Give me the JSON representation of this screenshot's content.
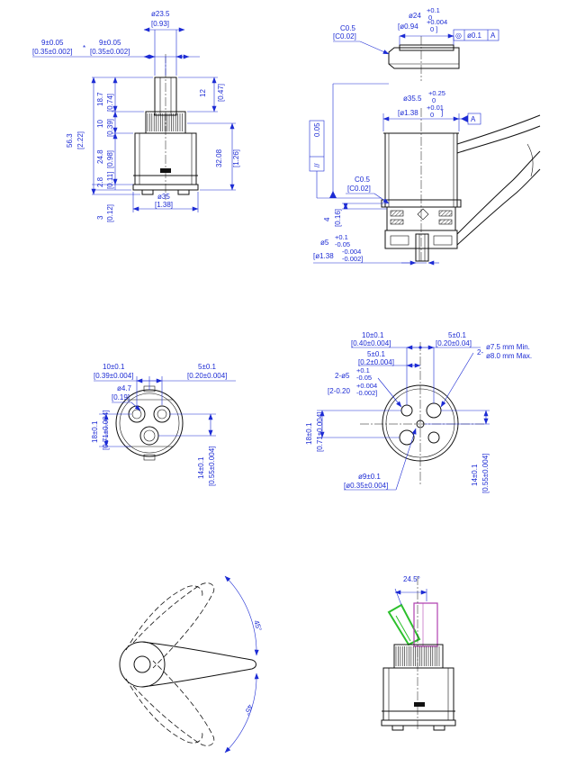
{
  "colors": {
    "dimension": "#1c2bd4",
    "outline": "#111111",
    "lever_rotated": "#2cc02c",
    "lever_alt": "#b040b0"
  },
  "view_front": {
    "d_top": "ø23.5",
    "d_top_in": "[0.93]",
    "w_left": "9±0.05",
    "w_left_in": "[0.35±0.002]",
    "w_right": "9±0.05",
    "w_right_in": "[0.35±0.002]",
    "h_stem": "18.7",
    "h_stem_in": "[0.74]",
    "h_spline": "10",
    "h_spline_in": "[0.39]",
    "h_body": "24.8",
    "h_body_in": "[0.98]",
    "h_total": "56.3",
    "h_total_in": "[2.22]",
    "h_base": "2.8",
    "h_base_in": "[0.11]",
    "h_bottom": "3",
    "h_bottom_in": "[0.12]",
    "h_top12": "12",
    "h_top12_in": "[0.47]",
    "h_body_r": "32.08",
    "h_body_r_in": "[1.26]",
    "d_body": "ø35",
    "d_body_in": "[1.38]"
  },
  "view_section": {
    "chamfer_top": "C0.5",
    "chamfer_top_in": "[C0.02]",
    "d_cap": "ø24",
    "d_cap_tol_up": "+0.1",
    "d_cap_tol_lo": "0",
    "d_cap_in": "[ø0.94",
    "d_cap_in_tol": "+0.004",
    "d_cap_in_tol_lo": "0 ]",
    "concentric_symbol": "◎",
    "concentric_tol": "ø0.1",
    "datum_ref": "A",
    "d_main": "ø35.5",
    "d_main_tol_up": "+0.25",
    "d_main_tol_lo": "0",
    "d_main_in": "[ø1.38",
    "d_main_in_tol_up": "+0.01",
    "d_main_in_tol_lo": "0",
    "d_main_in_close": "]",
    "datum_label": "A",
    "parallel_symbol": "//",
    "parallel_tol": "0.05",
    "chamfer_bot": "C0.5",
    "chamfer_bot_in": "[C0.02]",
    "h_4": "4",
    "h_4_in": "[0.16]",
    "d_pin": "ø5",
    "d_pin_tol_up": "+0.1",
    "d_pin_tol_lo": "-0.05",
    "d_pin_in": "[ø1.38",
    "d_pin_in_tol_up": "-0.004",
    "d_pin_in_tol_lo": "-0.002]"
  },
  "view_bottom_left": {
    "spacing_a": "10±0.1",
    "spacing_a_in": "[0.39±0.004]",
    "spacing_b": "5±0.1",
    "spacing_b_in": "[0.20±0.004]",
    "hole_d": "ø4.7",
    "hole_d_in": "[0.19]",
    "v_spacing": "18±0.1",
    "v_spacing_in": "[0.71±0.004]",
    "v_spacing2": "14±0.1",
    "v_spacing2_in": "[0.55±0.004]"
  },
  "view_bottom_right": {
    "spacing_a": "10±0.1",
    "spacing_a_in": "[0.40±0.004]",
    "spacing_b": "5±0.1",
    "spacing_b_in": "[0.20±0.04]",
    "spacing_c": "5±0.1",
    "spacing_c_in": "[0.2±0.004]",
    "holes_note_count": "2-",
    "holes_note_min": "ø7.5 mm Min.",
    "holes_note_max": "ø8.0 mm Max.",
    "pins_note": "2-ø5",
    "pins_note_tol_up": "+0.1",
    "pins_note_tol_lo": "-0.05",
    "pins_note_in": "[2-0.20",
    "pins_note_in_tol_up": "+0.004",
    "pins_note_in_tol_lo": "-0.002]",
    "v_spacing": "18±0.1",
    "v_spacing_in": "[0.71±0.004]",
    "v_spacing2": "14±0.1",
    "v_spacing2_in": "[0.55±0.004]",
    "d_center": "ø9±0.1",
    "d_center_in": "[ø0.35±0.004]"
  },
  "view_lever": {
    "angle_top": "45°",
    "angle_bottom": "45°"
  },
  "view_tilt": {
    "angle": "24.5°"
  }
}
